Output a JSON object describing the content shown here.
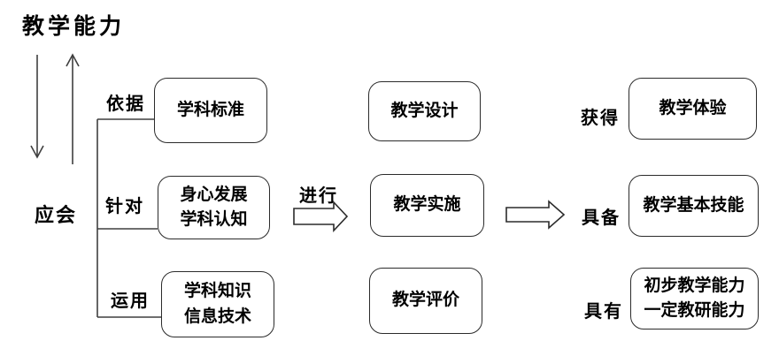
{
  "title": "教学能力",
  "left": {
    "label": "应会",
    "branches": [
      {
        "label": "依据",
        "box_lines": [
          "学科标准"
        ]
      },
      {
        "label": "针对",
        "box_lines": [
          "身心发展",
          "学科认知"
        ]
      },
      {
        "label": "运用",
        "box_lines": [
          "学科知识",
          "信息技术"
        ]
      }
    ]
  },
  "middle": {
    "arrow_label": "进行",
    "boxes": [
      {
        "box_lines": [
          "教学设计"
        ]
      },
      {
        "box_lines": [
          "教学实施"
        ]
      },
      {
        "box_lines": [
          "教学评价"
        ]
      }
    ]
  },
  "right": {
    "rows": [
      {
        "label": "获得",
        "box_lines": [
          "教学体验"
        ]
      },
      {
        "label": "具备",
        "box_lines": [
          "教学基本技能"
        ]
      },
      {
        "label": "具有",
        "box_lines": [
          "初步教学能力",
          "一定教研能力"
        ]
      }
    ]
  },
  "colors": {
    "line": "#3f3f3f",
    "border": "#2b2b2b",
    "text": "#000000",
    "background": "#ffffff"
  }
}
